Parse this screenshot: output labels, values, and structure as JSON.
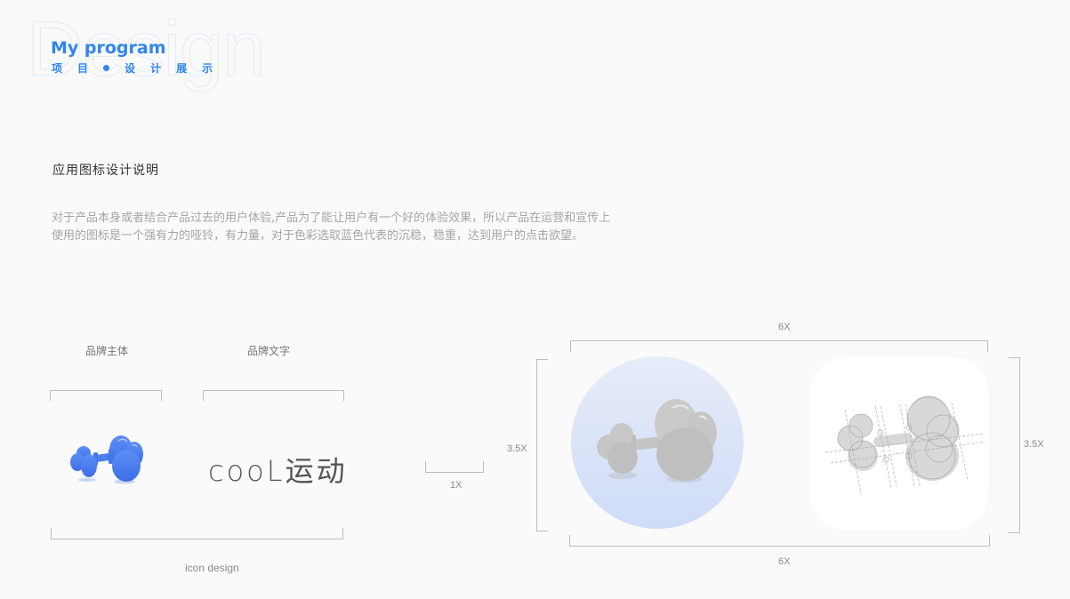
{
  "header": {
    "background_word": "Design",
    "title": "My program",
    "subtitle_left": [
      "项",
      "目"
    ],
    "subtitle_right": [
      "设",
      "计",
      "展",
      "示"
    ]
  },
  "section": {
    "title": "应用图标设计说明",
    "description_line1": "对于产品本身或者结合产品过去的用户体验,产品为了能让用户有一个好的体验效果，所以产品在运营和宣传上",
    "description_line2": "使用的图标是一个强有力的哑铃，有力量，对于色彩选取蓝色代表的沉稳，稳重，达到用户的点击欲望。"
  },
  "brand": {
    "body_label": "品牌主体",
    "text_label": "品牌文字",
    "wordmark": "cooL运动",
    "footer_label": "icon design"
  },
  "scale": {
    "unit_label": "1X",
    "width_top_label": "6X",
    "width_bottom_label": "6X",
    "height_left_label": "3.5X",
    "height_right_label": "3.5X"
  },
  "colors": {
    "accent": "#2f86f0",
    "icon_blue": "#4a7ff0",
    "circle_bg_top": "#e6ecf8",
    "circle_bg_bottom": "#cfdcf8",
    "dumbbell_gray": "#c4c4c4",
    "bracket_gray": "#bdbdbd"
  }
}
